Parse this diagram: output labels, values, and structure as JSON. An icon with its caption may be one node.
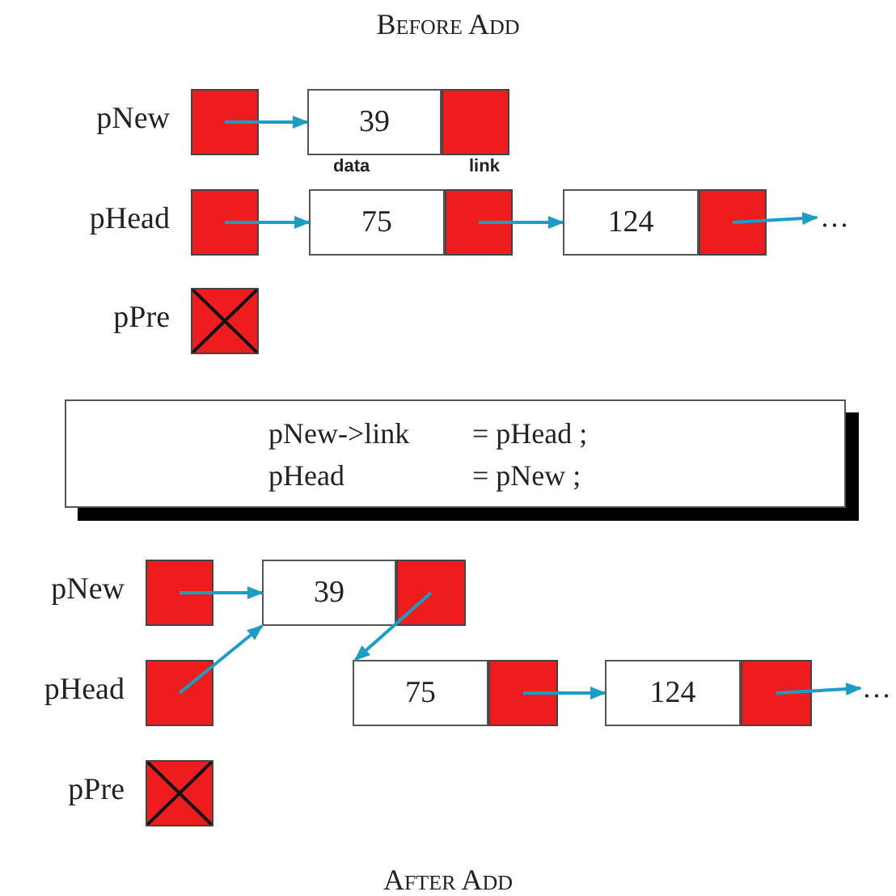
{
  "diagram": {
    "nodes": [
      {
        "text": [],
        "shape": "box",
        "beside": [
          "pNew"
        ]
      },
      {
        "text": [
          "39"
        ]
      },
      {
        "text": [],
        "shape": "box"
      },
      {
        "text": [],
        "shape": "box",
        "beside": [
          "pHead"
        ]
      },
      {
        "text": [
          "75"
        ]
      },
      {
        "text": [],
        "shape": "box"
      },
      {
        "text": [
          "124"
        ]
      },
      {
        "text": [],
        "shape": "box"
      },
      {
        "text": [
          "…"
        ]
      },
      {
        "text": [],
        "shape": "box",
        "beside": [
          "pPre"
        ]
      },
      {
        "text": [
          "pNew->link",
          "= pHead ;",
          "pHead",
          "= pNew ;"
        ]
      },
      {
        "text": [],
        "shape": "box",
        "beside": [
          "pNew"
        ]
      },
      {
        "text": [
          "39"
        ]
      },
      {
        "text": [],
        "shape": "box"
      },
      {
        "text": [],
        "shape": "box",
        "beside": [
          "pHead"
        ]
      },
      {
        "text": [
          "75"
        ]
      },
      {
        "text": [],
        "shape": "box"
      },
      {
        "text": [
          "124"
        ]
      },
      {
        "text": [],
        "shape": "box"
      },
      {
        "text": [
          "…"
        ]
      },
      {
        "text": [],
        "shape": "box",
        "beside": [
          "pPre"
        ]
      }
    ],
    "edges": [
      {
        "from": 0,
        "to": 1,
        "arrow": "to"
      },
      {
        "from": 3,
        "to": 4,
        "arrow": "to"
      },
      {
        "from": 5,
        "to": 6,
        "arrow": "to"
      },
      {
        "from": 7,
        "to": 8,
        "arrow": "to"
      },
      {
        "from": 11,
        "to": 12,
        "arrow": "to"
      },
      {
        "from": 14,
        "to": 12,
        "arrow": "to"
      },
      {
        "from": 13,
        "to": 15,
        "arrow": "to"
      },
      {
        "from": 16,
        "to": 17,
        "arrow": "to"
      },
      {
        "from": 18,
        "to": 19,
        "arrow": "to"
      }
    ],
    "labels": [
      "Before Add",
      "data",
      "link",
      "After Add"
    ]
  }
}
